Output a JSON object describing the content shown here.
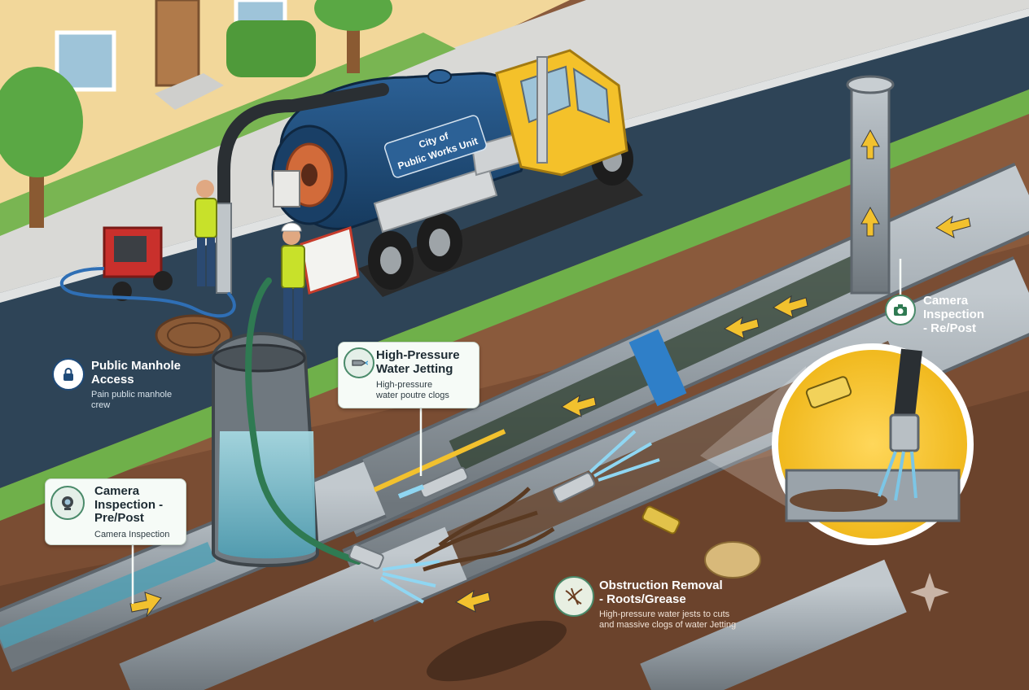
{
  "truck": {
    "door_text_line1": "City of",
    "door_text_line2": "Public Works Unit"
  },
  "callouts": {
    "manhole": {
      "title_line1": "Public Manhole",
      "title_line2": "Access",
      "desc_line1": "Pain public manhole",
      "desc_line2": "crew",
      "icon": "lock-icon"
    },
    "jetting": {
      "title_line1": "High-Pressure",
      "title_line2": "Water Jetting",
      "desc_line1": "High-pressure",
      "desc_line2": "water poutre clogs",
      "icon": "nozzle-icon"
    },
    "camera_left": {
      "title_line1": "Camera",
      "title_line2": "Inspection -",
      "title_line3": "Pre/Post",
      "desc": "Camera Inspection",
      "icon": "camera-icon"
    },
    "camera_right": {
      "title_line1": "Camera",
      "title_line2": "Inspection",
      "title_line3": "- Re/Post",
      "icon": "camera-icon"
    },
    "obstruction": {
      "title_line1": "Obstruction Removal",
      "title_line2": "- Roots/Grease",
      "desc_line1": "High-pressure water jests to cuts",
      "desc_line2": "and massive clogs of water Jetting",
      "icon": "roots-icon"
    }
  },
  "colors": {
    "road": "#2e4457",
    "soil": "#8a5a3c",
    "soil_dark": "#6e4630",
    "grass": "#6fb04a",
    "pipe": "#9aa3aa",
    "pipe_dark": "#5e666d",
    "water": "#7ec7d6",
    "flow_arrow": "#f2c12e",
    "truck_tank": "#1f4a78",
    "truck_cab": "#f4c12a",
    "callout_border": "#c9d6cc"
  }
}
